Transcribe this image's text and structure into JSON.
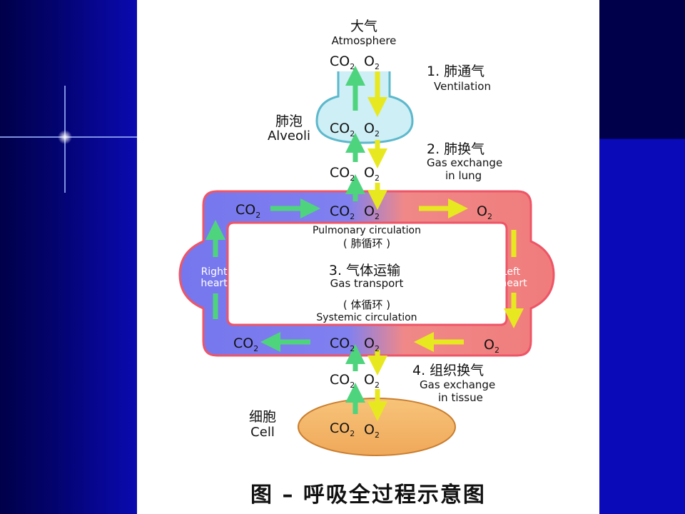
{
  "diagram": {
    "atmosphere": {
      "zh": "大气",
      "en": "Atmosphere"
    },
    "alveoli": {
      "zh": "肺泡",
      "en": "Alveoli"
    },
    "cell": {
      "zh": "细胞",
      "en": "Cell"
    },
    "steps": [
      {
        "zh": "1. 肺通气",
        "en": "Ventilation"
      },
      {
        "zh": "2. 肺换气",
        "en": "Gas exchange",
        "en2": "in lung"
      },
      {
        "zh": "3. 气体运输",
        "en": "Gas transport"
      },
      {
        "zh": "4. 组织换气",
        "en": "Gas exchange",
        "en2": "in tissue"
      }
    ],
    "pulmonary": {
      "en": "Pulmonary circulation",
      "zh": "( 肺循环 )"
    },
    "systemic": {
      "zh": "( 体循环 )",
      "en": "Systemic circulation"
    },
    "right_heart": [
      "Right",
      "heart"
    ],
    "left_heart": [
      "Left",
      "heart"
    ],
    "co2": "CO",
    "o2": "O",
    "sub2": "2"
  },
  "caption": "图 – 呼吸全过程示意图",
  "colors": {
    "venous": "#7a7af0",
    "arterial": "#f08a8a",
    "loop_border": "#ee5566",
    "alveoli_fill": "#cdeff5",
    "cell_fill": "#f4b060",
    "green_arrow": "#5ee08a",
    "yellow_arrow": "#f2f22a"
  }
}
